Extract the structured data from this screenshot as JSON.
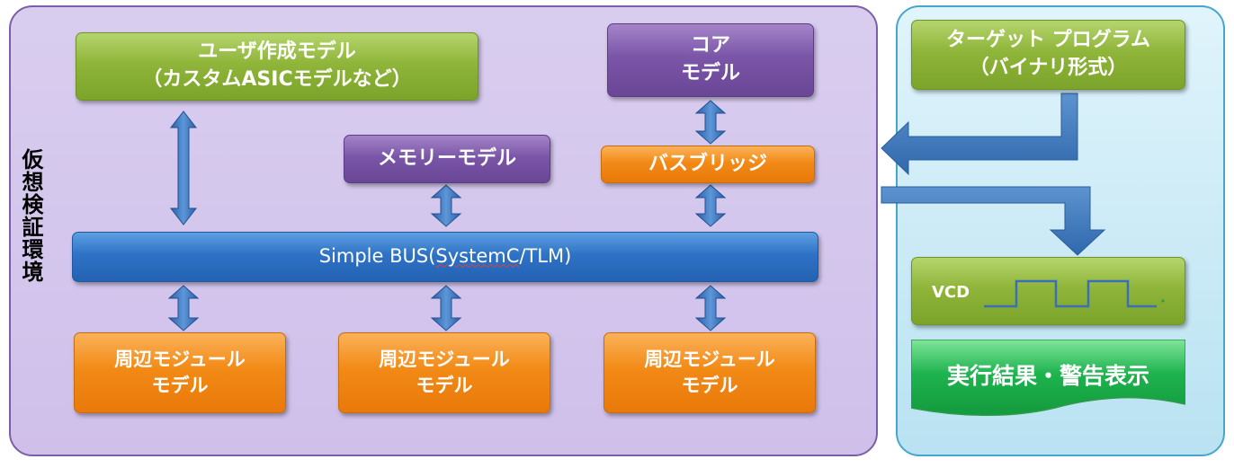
{
  "left_panel": {
    "vertical_label": "仮想検証環境",
    "user_model": {
      "line1": "ユーザ作成モデル",
      "line2": "（カスタムASICモデルなど）"
    },
    "core_model": {
      "line1": "コア",
      "line2": "モデル"
    },
    "memory_model": "メモリーモデル",
    "bus_bridge": "バスブリッジ",
    "bus": {
      "prefix": "Simple BUS(",
      "squiggled": "SystemC",
      "suffix": "/TLM)"
    },
    "peripherals": [
      {
        "line1": "周辺モジュール",
        "line2": "モデル"
      },
      {
        "line1": "周辺モジュール",
        "line2": "モデル"
      },
      {
        "line1": "周辺モジュール",
        "line2": "モデル"
      }
    ]
  },
  "right_panel": {
    "target_program": {
      "line1": "ターゲット プログラム",
      "line2": "（バイナリ形式）"
    },
    "vcd_label": "VCD",
    "result": "実行結果・警告表示"
  },
  "colors": {
    "green": "#8fb53a",
    "purple": "#7b56a8",
    "orange": "#f28a16",
    "blue": "#2e72c6",
    "left_panel": "#d9cdef",
    "right_panel": "#c6e9f6"
  }
}
